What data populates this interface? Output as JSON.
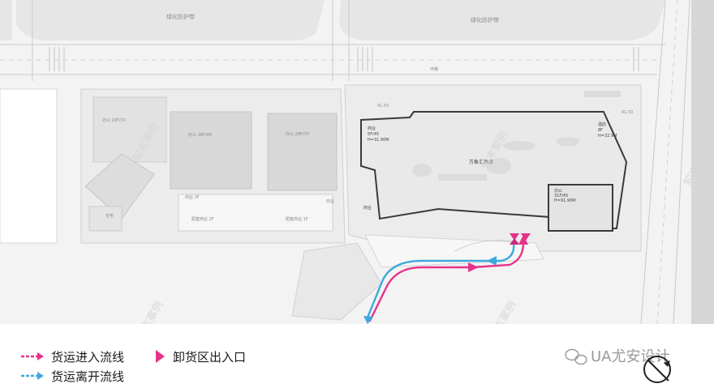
{
  "site_labels": {
    "green_belt_left": "绿化防护带",
    "green_belt_right": "绿化防护带",
    "office_a": "办公 29F/70",
    "office_b": "办公 28F/40",
    "office_c": "办公 28F/70",
    "mall_name": "万象汇商业",
    "mall_info_1": "商业",
    "mall_info_2": "5F/45",
    "mall_info_3": "H=31.90M",
    "hotel_info_1": "酒店",
    "hotel_info_2": "8F",
    "hotel_info_3": "H=32.9M",
    "office_d_1": "办公",
    "office_d_2": "31F/45",
    "office_d_3": "H=91.90M",
    "podium_a": "商业 2F",
    "podium_b": "配套商业 2F",
    "podium_c": "配套商业 1F",
    "small_a": "商业",
    "spot_1": "41.50",
    "spot_2": "41.50",
    "lobby": "商业",
    "residential": "住宅",
    "road_ring": "环路"
  },
  "legend": {
    "inbound": "货运进入流线",
    "outbound": "货运离开流线",
    "dock": "卸货区出入口"
  },
  "watermark": {
    "brand": "UA尤安设计",
    "mark": "知末案例"
  },
  "colors": {
    "inbound": "#e6338a",
    "outbound": "#3fa9dc",
    "outline": "#3a3a3a"
  }
}
